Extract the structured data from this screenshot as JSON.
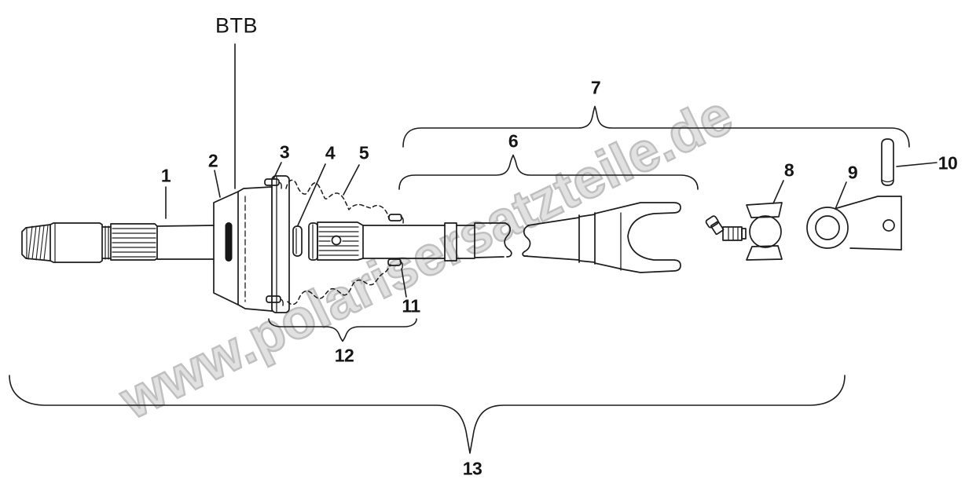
{
  "diagram": {
    "btb_label": "BTB",
    "watermark": "www.polarisersatzteile.de",
    "colors": {
      "background": "#ffffff",
      "line": "#1c1c1c",
      "marker_band": "#161616",
      "watermark_fill": "#dcdcdc",
      "watermark_outline": "#b6b6b6"
    },
    "callouts": [
      "1",
      "2",
      "3",
      "4",
      "5",
      "6",
      "7",
      "8",
      "9",
      "10",
      "11",
      "12",
      "13"
    ]
  }
}
